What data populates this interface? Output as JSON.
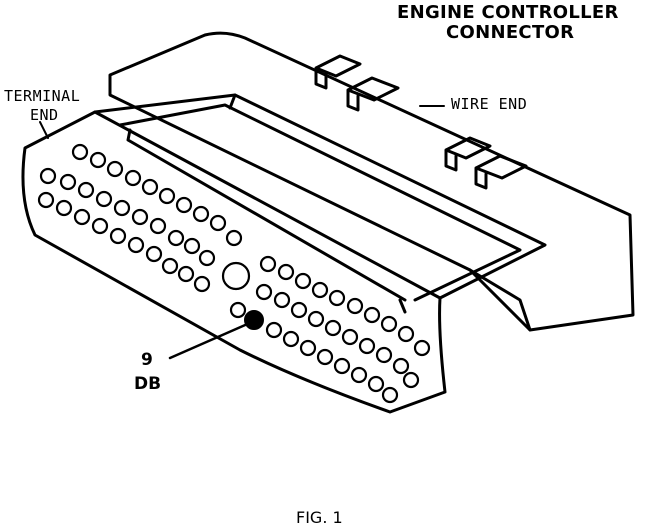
{
  "title": {
    "line1": "ENGINE CONTROLLER",
    "line2": "CONNECTOR"
  },
  "labels": {
    "terminal_line1": "TERMINAL",
    "terminal_line2": "END",
    "wire_end": "WIRE END",
    "pin_number": "9",
    "pin_name": "DB"
  },
  "caption": "FIG. 1"
}
